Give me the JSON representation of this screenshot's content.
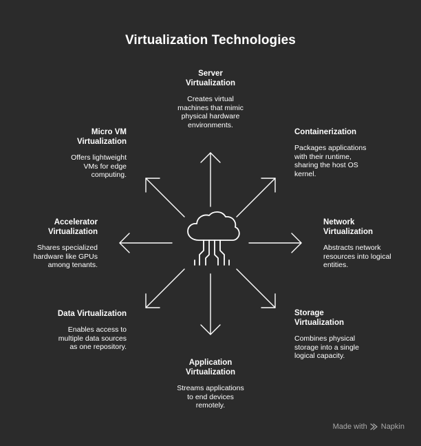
{
  "title": "Virtualization Technologies",
  "nodes": {
    "server": {
      "heading": "Server\nVirtualization",
      "description": "Creates virtual\nmachines that mimic\nphysical hardware\nenvironments."
    },
    "containerization": {
      "heading": "Containerization",
      "description": "Packages applications\nwith their runtime,\nsharing the host OS\nkernel."
    },
    "network": {
      "heading": "Network\nVirtualization",
      "description": "Abstracts network\nresources into logical\nentities."
    },
    "storage": {
      "heading": "Storage\nVirtualization",
      "description": "Combines physical\nstorage into a single\nlogical capacity."
    },
    "application": {
      "heading": "Application\nVirtualization",
      "description": "Streams applications\nto end devices\nremotely."
    },
    "data": {
      "heading": "Data Virtualization",
      "description": "Enables access to\nmultiple data sources\nas one repository."
    },
    "accelerator": {
      "heading": "Accelerator\nVirtualization",
      "description": "Shares specialized\nhardware like GPUs\namong tenants."
    },
    "microvm": {
      "heading": "Micro VM\nVirtualization",
      "description": "Offers lightweight\nVMs for edge\ncomputing."
    }
  },
  "center_icon": "cloud-circuit-icon",
  "footer": {
    "made_with": "Made with",
    "brand": "Napkin",
    "brand_icon": "napkin-logo-icon"
  },
  "colors": {
    "background": "#2b2b2b",
    "foreground": "#ffffff",
    "muted": "#a9a9a9"
  }
}
